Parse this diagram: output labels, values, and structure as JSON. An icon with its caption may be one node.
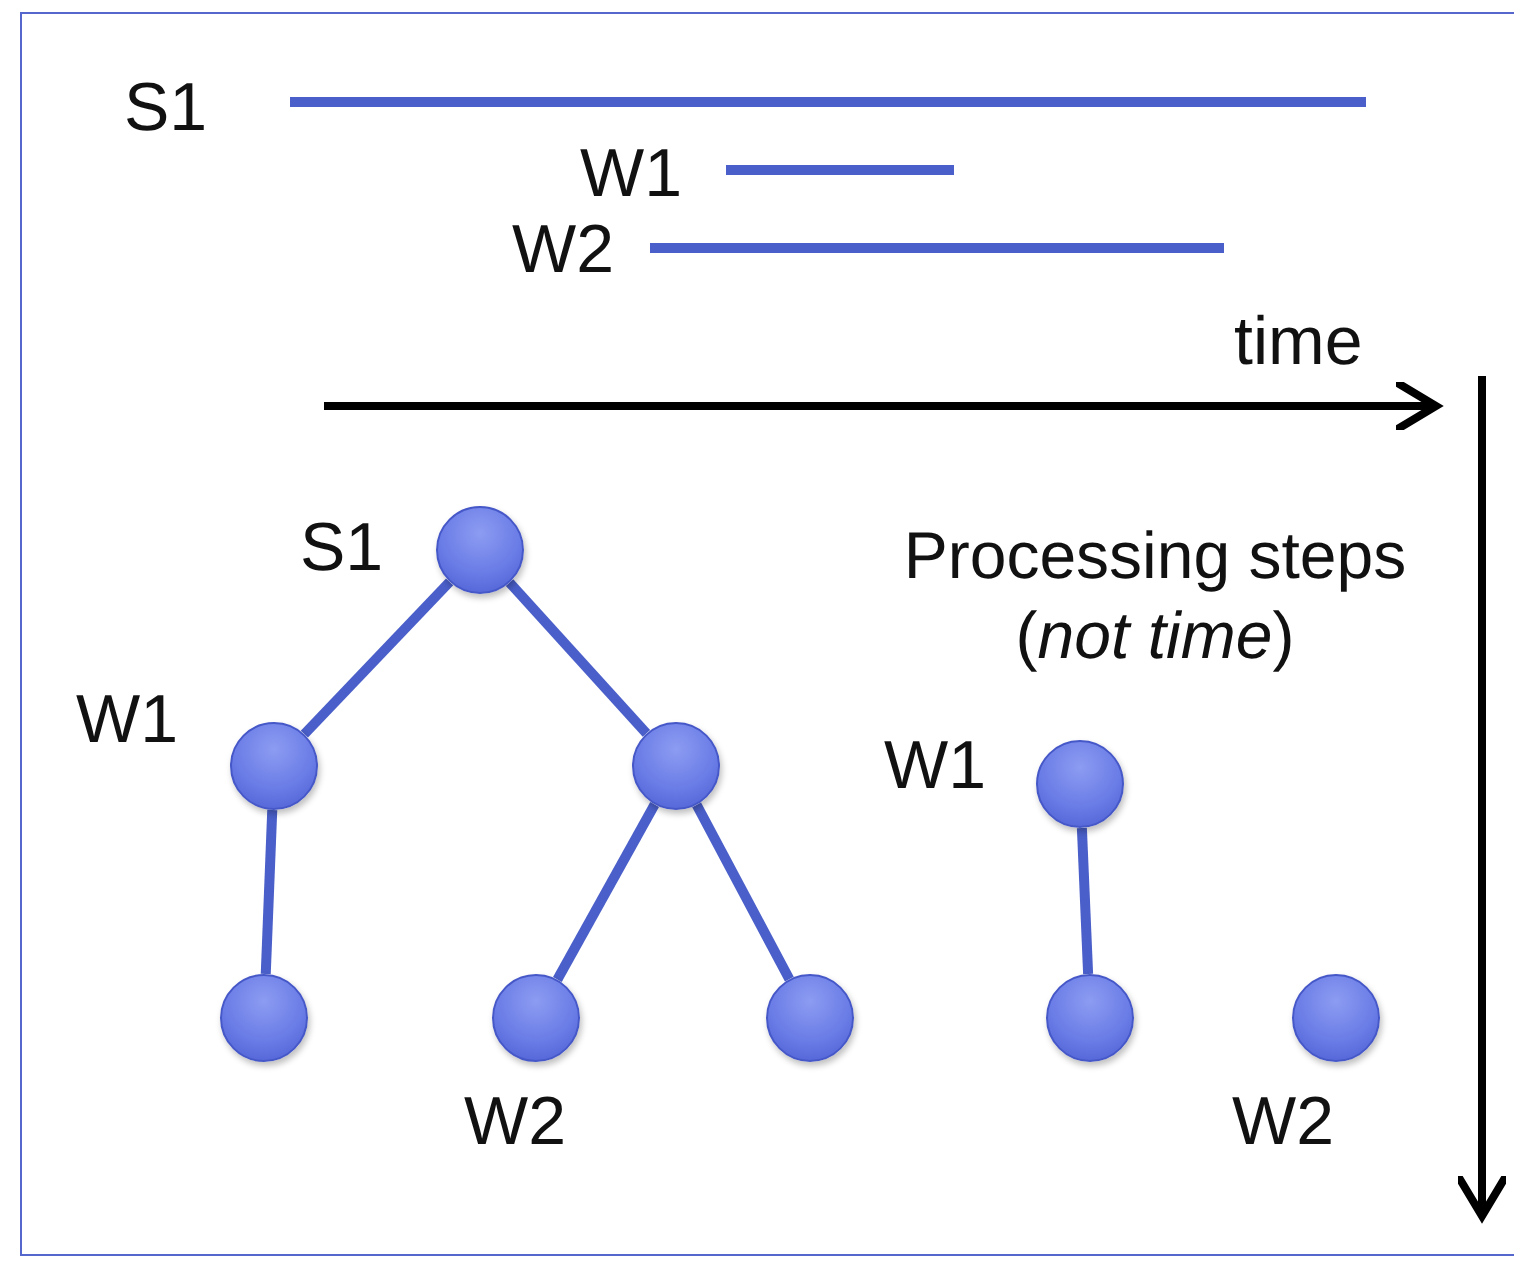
{
  "diagram": {
    "nodes": [
      {
        "text": [],
        "shape": "circle",
        "beside": [
          "S1"
        ]
      },
      {
        "text": [],
        "shape": "circle",
        "beside": [
          "W1"
        ]
      },
      {
        "text": [],
        "shape": "circle"
      },
      {
        "text": [],
        "shape": "circle",
        "beside": [
          "W1"
        ]
      },
      {
        "text": [],
        "shape": "circle"
      },
      {
        "text": [],
        "shape": "circle",
        "beside": [
          "W2"
        ]
      },
      {
        "text": [],
        "shape": "circle"
      },
      {
        "text": [],
        "shape": "circle"
      },
      {
        "text": [],
        "shape": "circle",
        "beside": [
          "W2"
        ]
      }
    ],
    "edges": [
      {
        "from": 0,
        "to": 1,
        "arrow": "none"
      },
      {
        "from": 0,
        "to": 2,
        "arrow": "none"
      },
      {
        "from": 1,
        "to": 4,
        "arrow": "none"
      },
      {
        "from": 2,
        "to": 5,
        "arrow": "none"
      },
      {
        "from": 2,
        "to": 6,
        "arrow": "none"
      },
      {
        "from": 3,
        "to": 7,
        "arrow": "none"
      }
    ],
    "labels": [
      "S1",
      "W1",
      "W2",
      "time",
      "Processing steps (*not time*)"
    ]
  }
}
